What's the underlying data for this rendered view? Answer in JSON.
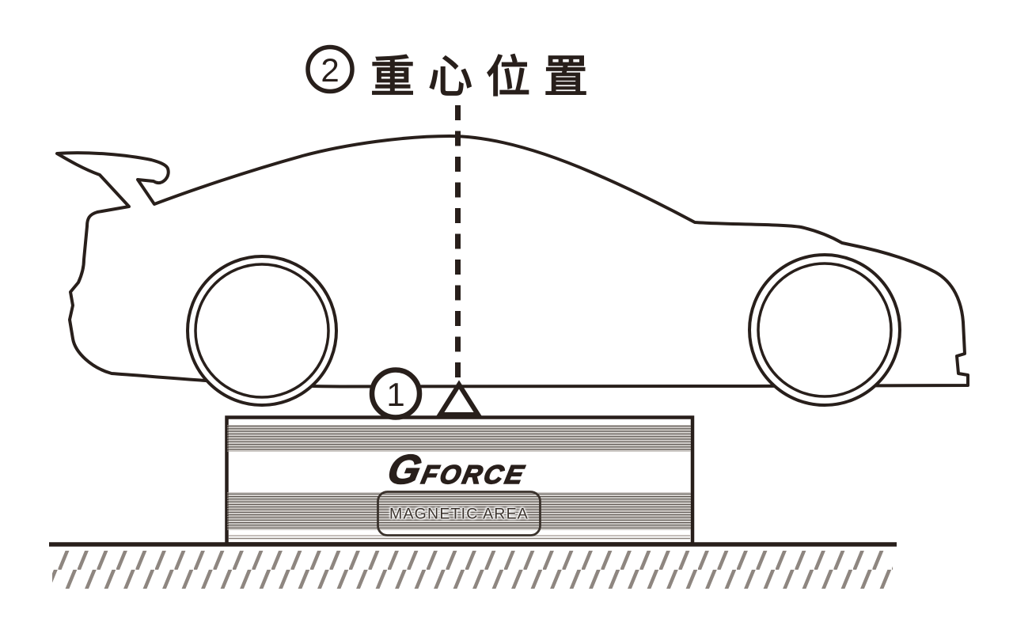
{
  "diagram": {
    "title": {
      "number": "2",
      "label": "重心位置"
    },
    "fulcrum_marker": {
      "number": "1"
    },
    "scale_box": {
      "brand_g": "G",
      "brand_rest": "FORCE",
      "area_label": "MAGNETIC AREA"
    }
  },
  "colors": {
    "ink": "#281f1b",
    "hatch": "#8e8680",
    "stripe_dark": "#57504a",
    "stripe_light": "#b3aca6"
  }
}
